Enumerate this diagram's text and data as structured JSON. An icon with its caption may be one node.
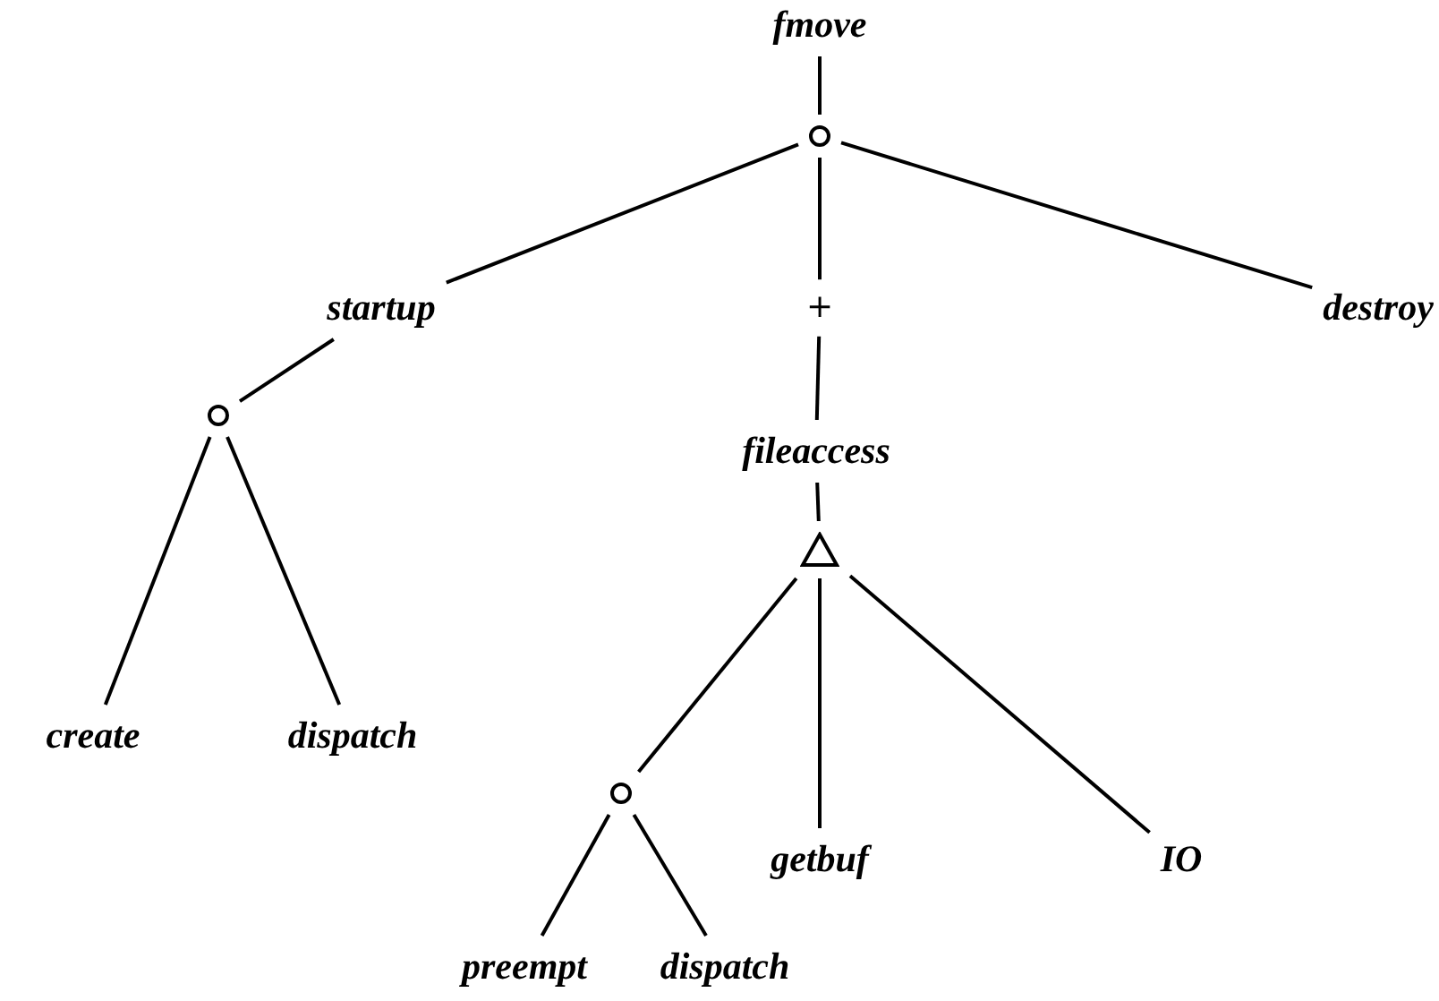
{
  "diagram": {
    "nodes": [
      {
        "text": [
          "fmove"
        ]
      },
      {
        "text": [],
        "shape": "circle"
      },
      {
        "text": [
          "startup"
        ]
      },
      {
        "text": [
          "+"
        ]
      },
      {
        "text": [
          "destroy"
        ]
      },
      {
        "text": [],
        "shape": "circle"
      },
      {
        "text": [
          "fileaccess"
        ]
      },
      {
        "text": [],
        "shape": "triangle"
      },
      {
        "text": [
          "create"
        ]
      },
      {
        "text": [
          "dispatch"
        ]
      },
      {
        "text": [],
        "shape": "circle"
      },
      {
        "text": [
          "getbuf"
        ]
      },
      {
        "text": [
          "IO"
        ]
      },
      {
        "text": [
          "preempt"
        ]
      },
      {
        "text": [
          "dispatch"
        ]
      }
    ],
    "edges": [
      {
        "from": 0,
        "to": 1,
        "arrow": "none"
      },
      {
        "from": 1,
        "to": 2,
        "arrow": "none"
      },
      {
        "from": 1,
        "to": 3,
        "arrow": "none"
      },
      {
        "from": 1,
        "to": 4,
        "arrow": "none"
      },
      {
        "from": 2,
        "to": 5,
        "arrow": "none"
      },
      {
        "from": 3,
        "to": 6,
        "arrow": "none"
      },
      {
        "from": 5,
        "to": 8,
        "arrow": "none"
      },
      {
        "from": 5,
        "to": 9,
        "arrow": "none"
      },
      {
        "from": 6,
        "to": 7,
        "arrow": "none"
      },
      {
        "from": 7,
        "to": 10,
        "arrow": "none"
      },
      {
        "from": 7,
        "to": 11,
        "arrow": "none"
      },
      {
        "from": 7,
        "to": 12,
        "arrow": "none"
      },
      {
        "from": 10,
        "to": 13,
        "arrow": "none"
      },
      {
        "from": 10,
        "to": 14,
        "arrow": "none"
      }
    ]
  }
}
